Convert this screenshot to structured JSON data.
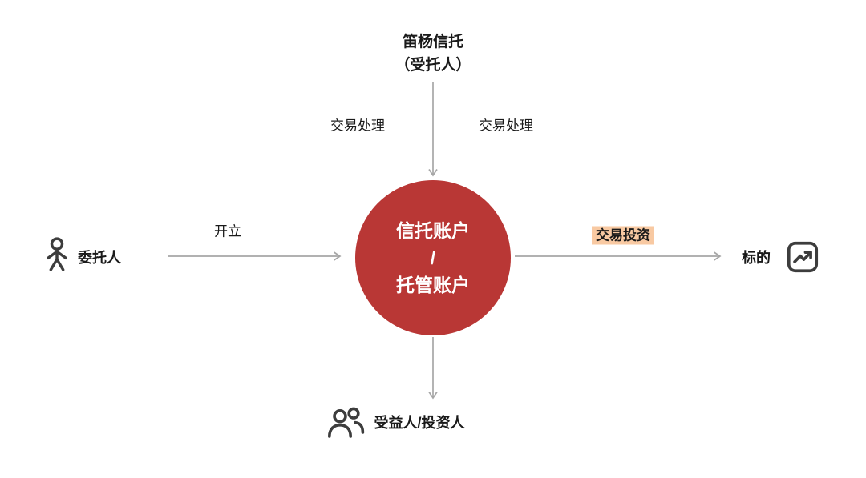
{
  "diagram": {
    "trustee": {
      "line1": "笛杨信托",
      "line2": "（受托人）"
    },
    "center": {
      "line1": "信托账户",
      "line2": "/",
      "line3": "托管账户"
    },
    "settlor": {
      "label": "委托人"
    },
    "target": {
      "label": "标的"
    },
    "beneficiary": {
      "label": "受益人/投资人"
    },
    "labels": {
      "process_left": "交易处理",
      "process_right": "交易处理",
      "open": "开立",
      "invest": "交易投资"
    },
    "icons": {
      "settlor_icon": "person-icon",
      "beneficiary_icon": "people-group-icon",
      "target_icon": "trending-up-chart-icon"
    },
    "colors": {
      "circle_fill": "#B93735",
      "circle_text": "#FFFFFF",
      "highlight_bg": "#F8C9A2",
      "arrow": "#A6A6A6",
      "icon": "#3D3D3D",
      "text": "#1A1A1A"
    }
  }
}
